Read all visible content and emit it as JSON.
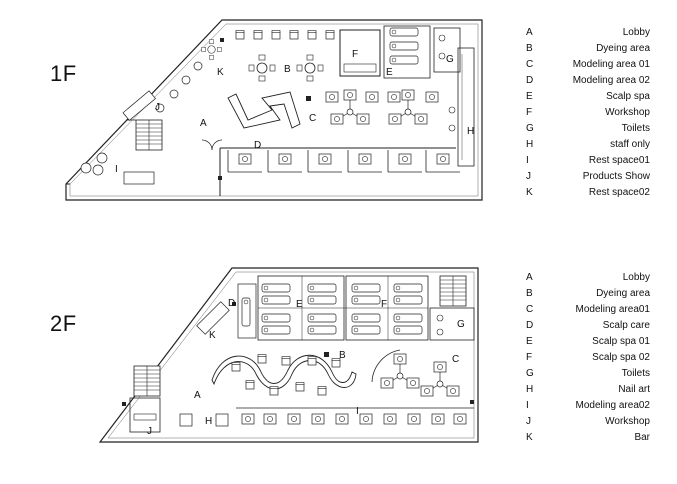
{
  "floor1": {
    "label": "1F",
    "legend": [
      {
        "key": "A",
        "name": "Lobby"
      },
      {
        "key": "B",
        "name": "Dyeing area"
      },
      {
        "key": "C",
        "name": "Modeling area 01"
      },
      {
        "key": "D",
        "name": "Modeling area 02"
      },
      {
        "key": "E",
        "name": "Scalp spa"
      },
      {
        "key": "F",
        "name": "Workshop"
      },
      {
        "key": "G",
        "name": "Toilets"
      },
      {
        "key": "H",
        "name": "staff only"
      },
      {
        "key": "I",
        "name": "Rest space01"
      },
      {
        "key": "J",
        "name": "Products Show"
      },
      {
        "key": "K",
        "name": "Rest space02"
      }
    ],
    "plan_letters": {
      "A": "A",
      "B": "B",
      "C": "C",
      "D": "D",
      "E": "E",
      "F": "F",
      "G": "G",
      "H": "H",
      "I": "I",
      "J": "J",
      "K": "K"
    }
  },
  "floor2": {
    "label": "2F",
    "legend": [
      {
        "key": "A",
        "name": "Lobby"
      },
      {
        "key": "B",
        "name": "Dyeing area"
      },
      {
        "key": "C",
        "name": "Modeling area01"
      },
      {
        "key": "D",
        "name": "Scalp care"
      },
      {
        "key": "E",
        "name": "Scalp spa 01"
      },
      {
        "key": "F",
        "name": "Scalp spa 02"
      },
      {
        "key": "G",
        "name": "Toilets"
      },
      {
        "key": "H",
        "name": "Nail art"
      },
      {
        "key": "I",
        "name": "Modeling area02"
      },
      {
        "key": "J",
        "name": "Workshop"
      },
      {
        "key": "K",
        "name": "Bar"
      }
    ],
    "plan_letters": {
      "A": "A",
      "B": "B",
      "C": "C",
      "D": "D",
      "E": "E",
      "F": "F",
      "G": "G",
      "H": "H",
      "I": "I",
      "J": "J",
      "K": "K"
    }
  }
}
